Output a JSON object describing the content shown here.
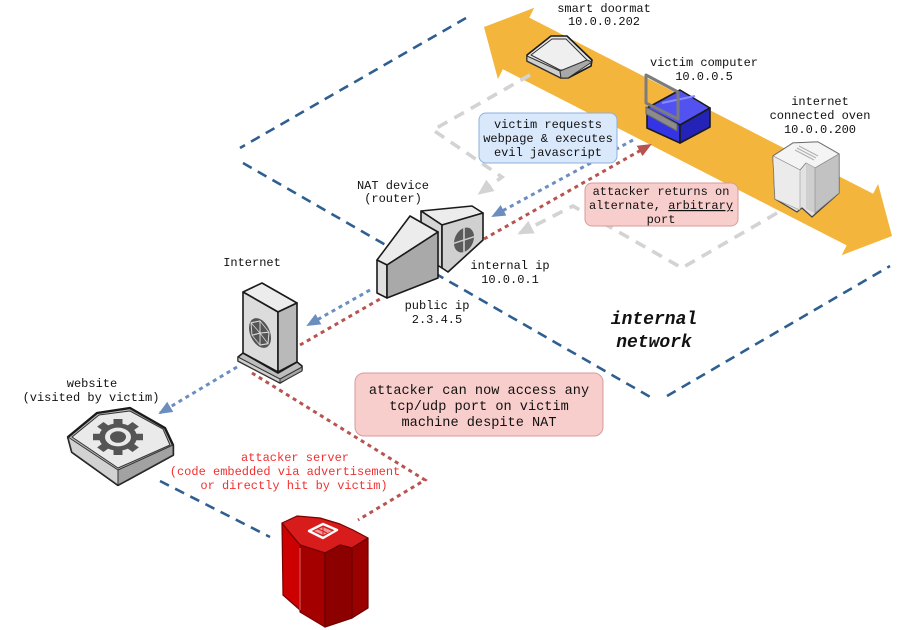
{
  "colors": {
    "network_bus": "#f3b53c",
    "boundary": "#2f5f91",
    "request_flow": "#6c8ebf",
    "attack_flow": "#b85450",
    "internal_flow": "#d3d3d3",
    "attacker_text": "#f03030",
    "info_fill": "#dae8fc",
    "info_border": "#8fb0dc",
    "alert_fill": "#f8cecc",
    "alert_border": "#d99a98",
    "victim_device": "#3434e6",
    "attacker_device": "#cc0000"
  },
  "devices": {
    "smart_doormat": {
      "name": "smart doormat",
      "ip": "10.0.0.202"
    },
    "victim_computer": {
      "name": "victim computer",
      "ip": "10.0.0.5"
    },
    "oven": {
      "name_line1": "internet",
      "name_line2": "connected oven",
      "ip": "10.0.0.200"
    },
    "nat": {
      "name": "NAT device",
      "subtitle": "(router)",
      "internal_label": "internal ip",
      "internal_ip": "10.0.0.1",
      "public_label": "public ip",
      "public_ip": "2.3.4.5"
    },
    "internet": {
      "name": "Internet"
    },
    "website": {
      "name": "website",
      "subtitle": "(visited by victim)"
    },
    "attacker_server": {
      "line1": "attacker server",
      "line2": "(code embedded via advertisement",
      "line3": "or directly hit by victim)"
    }
  },
  "zone_label": {
    "line1": "internal",
    "line2": "network"
  },
  "callouts": {
    "victim_request": {
      "line1": "victim requests",
      "line2": "webpage & executes",
      "line3": "evil javascript"
    },
    "attacker_returns": {
      "line1": "attacker returns on",
      "line2_prefix": "alternate, ",
      "line2_emph": "arbitrary",
      "line3": "port"
    },
    "result": {
      "line1": "attacker can now access any",
      "line2": "tcp/udp port on victim",
      "line3": "machine despite NAT"
    }
  }
}
